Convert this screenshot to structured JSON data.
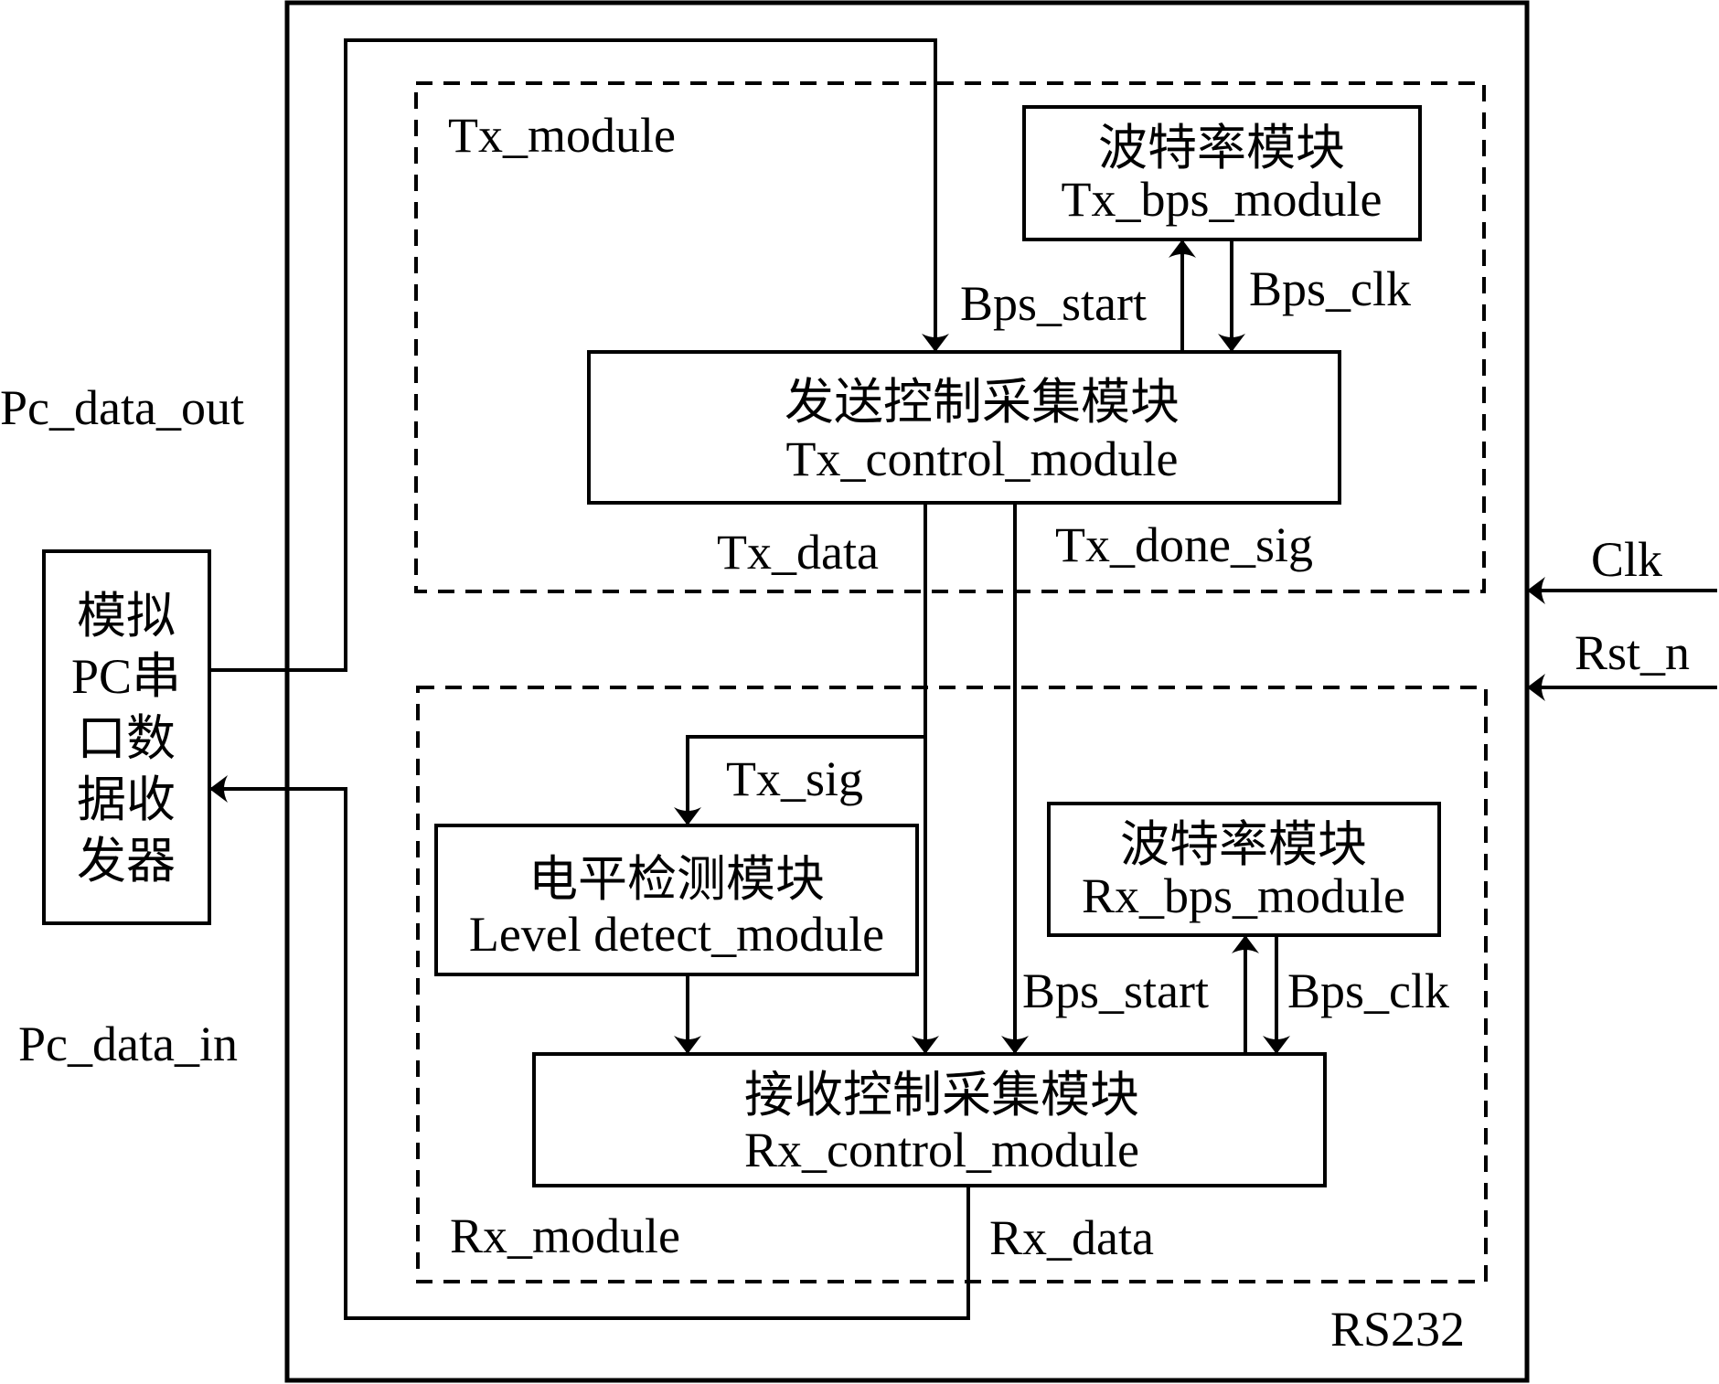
{
  "diagram": {
    "title": "RS232",
    "colors": {
      "stroke": "#000000",
      "background": "#ffffff"
    },
    "external": {
      "pc_box": {
        "lines": [
          "模拟",
          "PC串",
          "口数",
          "据收",
          "发器"
        ]
      },
      "pc_data_out": "Pc_data_out",
      "pc_data_in": "Pc_data_in",
      "clk": "Clk",
      "rst_n": "Rst_n"
    },
    "tx_module": {
      "label": "Tx_module",
      "bps": {
        "cn": "波特率模块",
        "en": "Tx_bps_module"
      },
      "control": {
        "cn": "发送控制采集模块",
        "en": "Tx_control_module"
      },
      "signals": {
        "bps_start": "Bps_start",
        "bps_clk": "Bps_clk",
        "tx_data": "Tx_data",
        "tx_done_sig": "Tx_done_sig"
      }
    },
    "rx_module": {
      "label": "Rx_module",
      "level": {
        "cn": "电平检测模块",
        "en": "Level detect_module"
      },
      "bps": {
        "cn": "波特率模块",
        "en": "Rx_bps_module"
      },
      "control": {
        "cn": "接收控制采集模块",
        "en": "Rx_control_module"
      },
      "signals": {
        "tx_sig": "Tx_sig",
        "bps_start": "Bps_start",
        "bps_clk": "Bps_clk",
        "rx_data": "Rx_data"
      }
    }
  }
}
